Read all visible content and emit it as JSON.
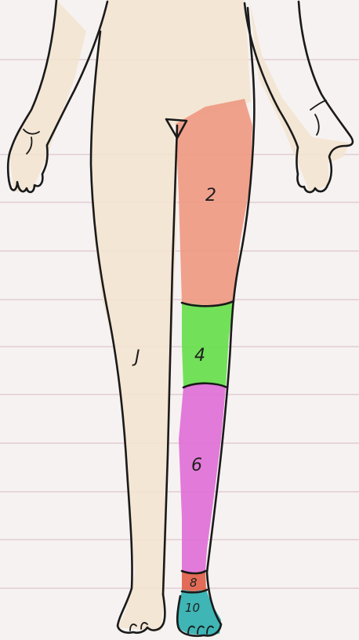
{
  "diagram": {
    "regions": [
      {
        "id": "thigh",
        "label": "2",
        "color": "#ef9a83"
      },
      {
        "id": "knee",
        "label": "4",
        "color": "#66e04c"
      },
      {
        "id": "shin",
        "label": "6",
        "color": "#e070d8"
      },
      {
        "id": "ankle",
        "label": "8",
        "color": "#e0614a"
      },
      {
        "id": "foot",
        "label": "10",
        "color": "#2fb0b0"
      }
    ],
    "knee_mark": "J",
    "colors": {
      "paper": "#f6f2f1",
      "rule_line": "#e6d6db",
      "skin": "#f3e4cf",
      "ink": "#1a1a1a"
    }
  }
}
